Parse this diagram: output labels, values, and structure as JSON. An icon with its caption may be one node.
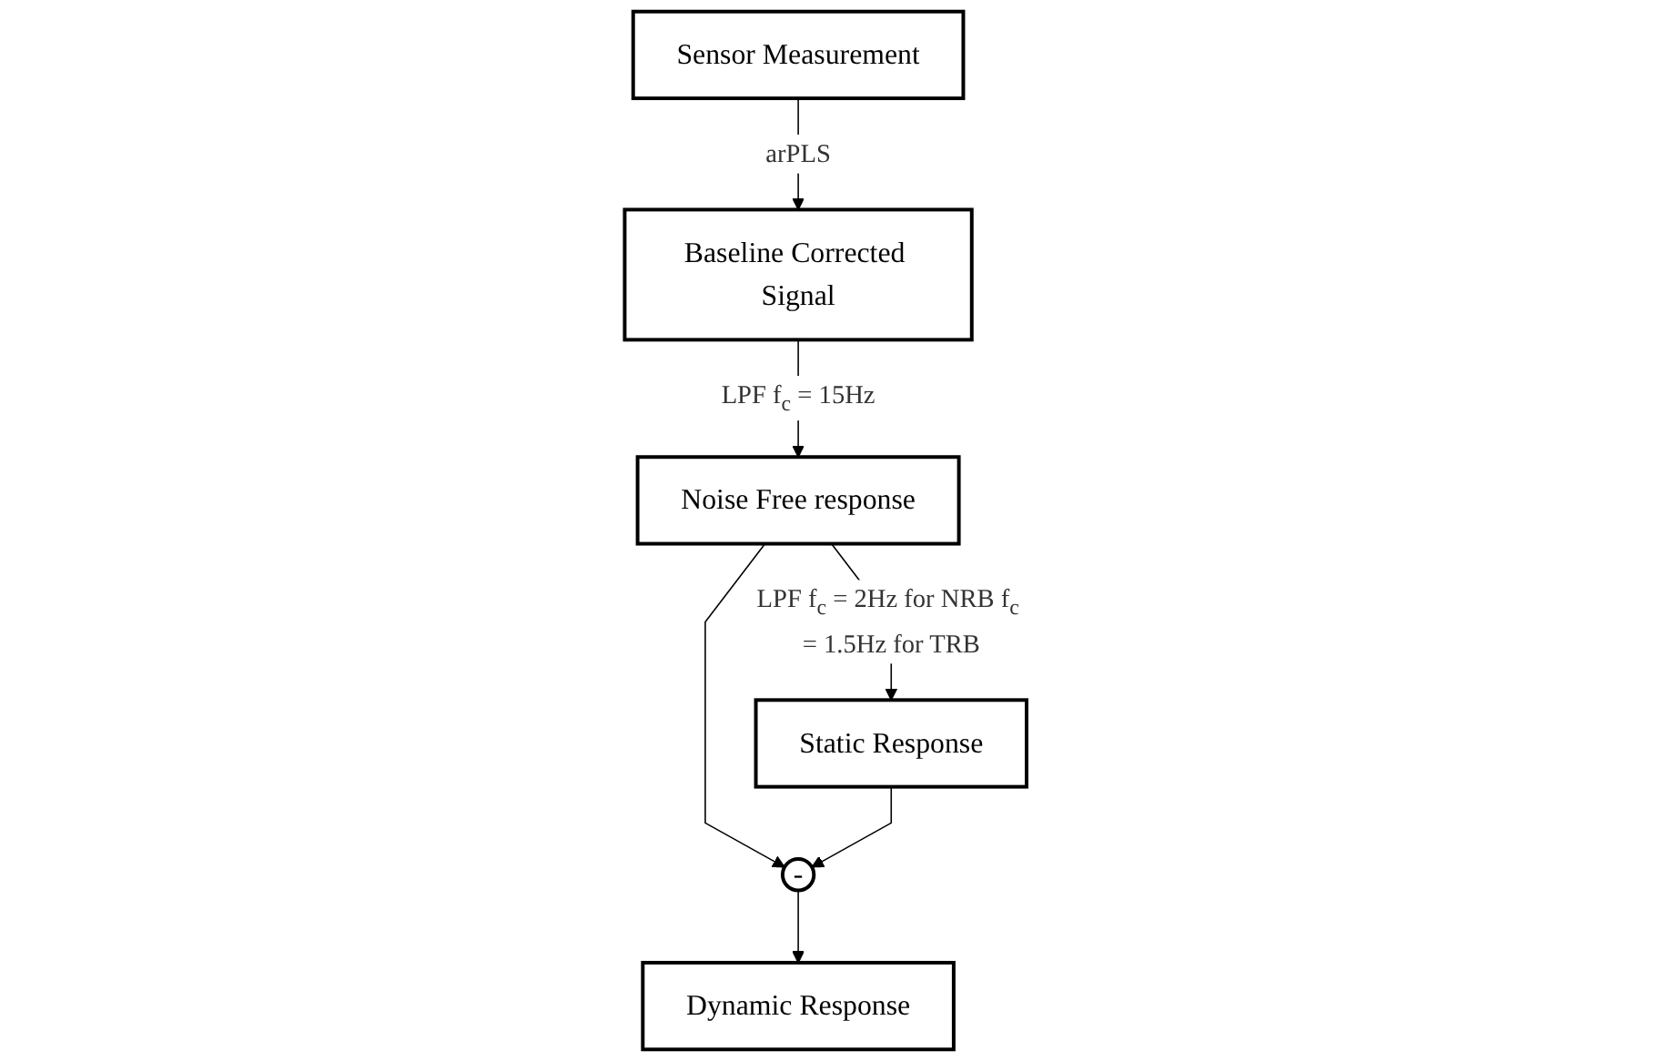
{
  "diagram": {
    "nodes": [
      {
        "text": [
          "Baseline Corrected Signal"
        ]
      },
      {
        "text": [
          "Noise Free response"
        ]
      },
      {
        "text": [
          "Sensor Measurement"
        ]
      },
      {
        "text": [
          "-"
        ]
      },
      {
        "text": [
          "Static Response"
        ]
      },
      {
        "text": [
          "Dynamic Response"
        ]
      }
    ],
    "edges": [
      {
        "from": 2,
        "to": 0,
        "arrow": "to",
        "label": "arPLS"
      },
      {
        "from": 0,
        "to": 1,
        "arrow": "to",
        "label": "LPF f$_{c}$ = 15Hz"
      },
      {
        "from": 1,
        "to": 4,
        "arrow": "to",
        "label": "LPF f$_{c}$ = 2Hz for NRB f$_{c}$ = 1.5Hz for TRB"
      },
      {
        "from": 1,
        "to": 3,
        "arrow": "to"
      },
      {
        "from": 4,
        "to": 3,
        "arrow": "to"
      },
      {
        "from": 3,
        "to": 5,
        "arrow": "to"
      }
    ]
  }
}
